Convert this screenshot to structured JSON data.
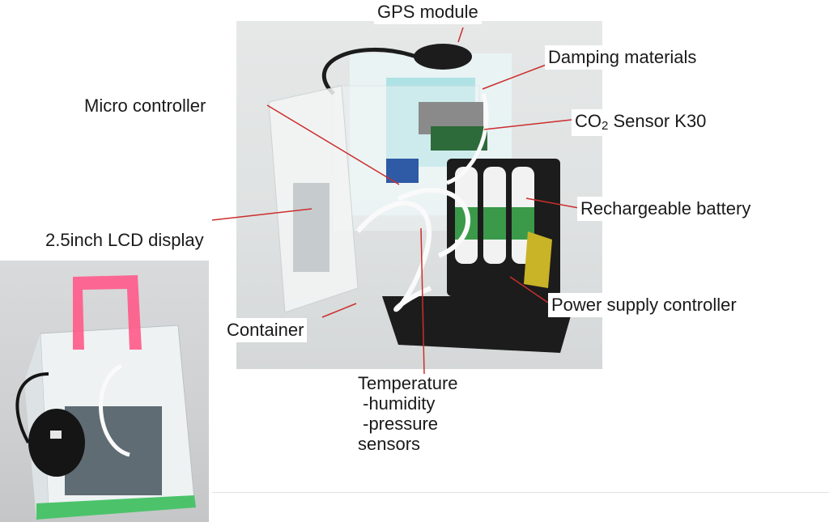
{
  "labels": {
    "gps": "GPS module",
    "damping": "Damping materials",
    "micro": "Micro controller",
    "co2_prefix": "CO",
    "co2_sub": "2",
    "co2_suffix": " Sensor K30",
    "battery": "Rechargeable battery",
    "lcd": "2.5inch LCD display",
    "container": "Container",
    "power": "Power supply controller",
    "sensors": "Temperature\n -humidity\n -pressure\nsensors"
  },
  "colors": {
    "leader_line": "#cc2d2d",
    "handle_pink": "#ff5a8a",
    "case_clear": "#eef2f3",
    "tint_cyan": "#7fd3d8",
    "battery_green": "#3a9a4a",
    "board_yellow": "#c9b326",
    "base_black": "#1c1c1c"
  }
}
